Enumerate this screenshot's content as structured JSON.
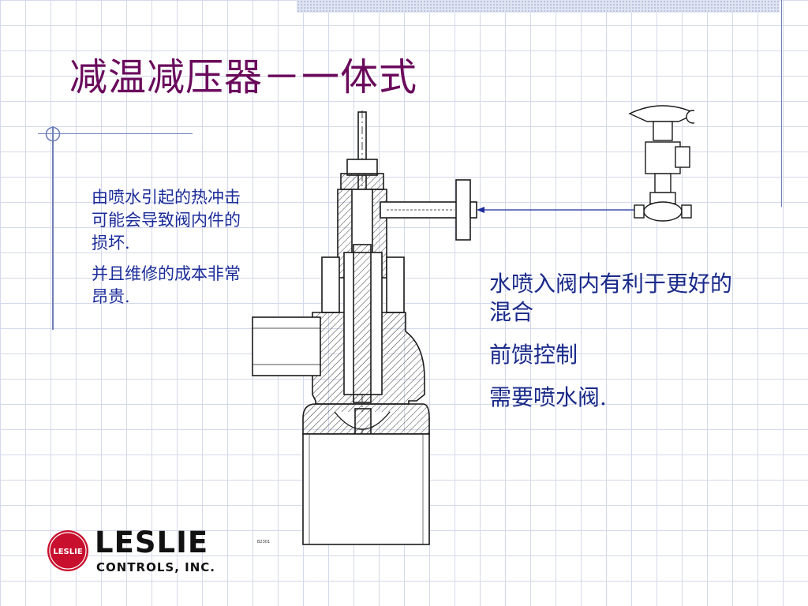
{
  "title": "减温减压器－一体式",
  "left_notes": [
    "由喷水引起的热冲击可能会导致阀内件的损坏.",
    "并且维修的成本非常昂贵."
  ],
  "right_notes": [
    "水喷入阀内有利于更好的混合",
    "前馈控制",
    "需要喷水阀."
  ],
  "drawing_ref": "B2301",
  "logo": {
    "emblem_text": "LESLIE",
    "brand": "LESLIE",
    "subtitle": "CONTROLS, INC."
  },
  "colors": {
    "title": "#6a0a5c",
    "body_text": "#1c2c9a",
    "grid": "#d4d9ea",
    "accent_line": "#6f7fb8",
    "logo_red": "#c8102e"
  }
}
